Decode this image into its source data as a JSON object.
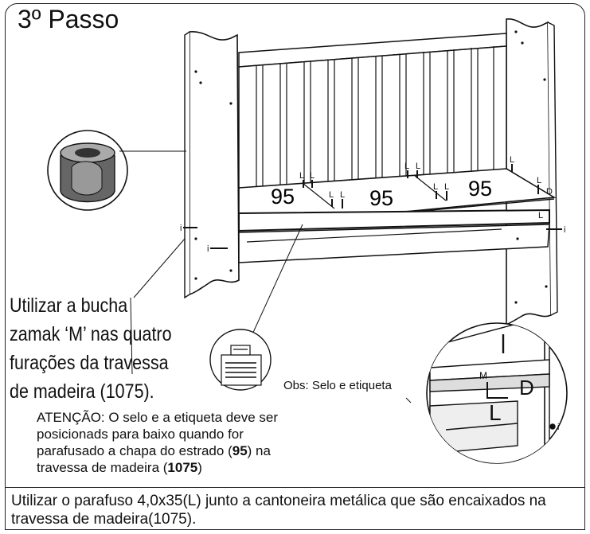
{
  "title": "3º Passo",
  "instruction": {
    "lines": [
      "Utilizar a bucha",
      "zamak ‘M’ nas quatro",
      "furações da travessa",
      "de madeira (1075)."
    ]
  },
  "obs": "Obs: Selo e etiqueta",
  "attention": {
    "part1": "ATENÇÃO: O selo e a etiqueta deve ser posicionads para baixo quando for parafusado a chapa do estrado (",
    "bold1": "95",
    "part2": ") na travessa de madeira (",
    "bold2": "1075",
    "part3": ")"
  },
  "footer": "Utilizar o parafuso 4,0x35(L) junto a cantoneira metálica que são encaixados na travessa de madeira(1075).",
  "dims": [
    "95",
    "95",
    "95"
  ],
  "labels": {
    "L": "L",
    "D": "D",
    "M": "M",
    "i": "i"
  }
}
